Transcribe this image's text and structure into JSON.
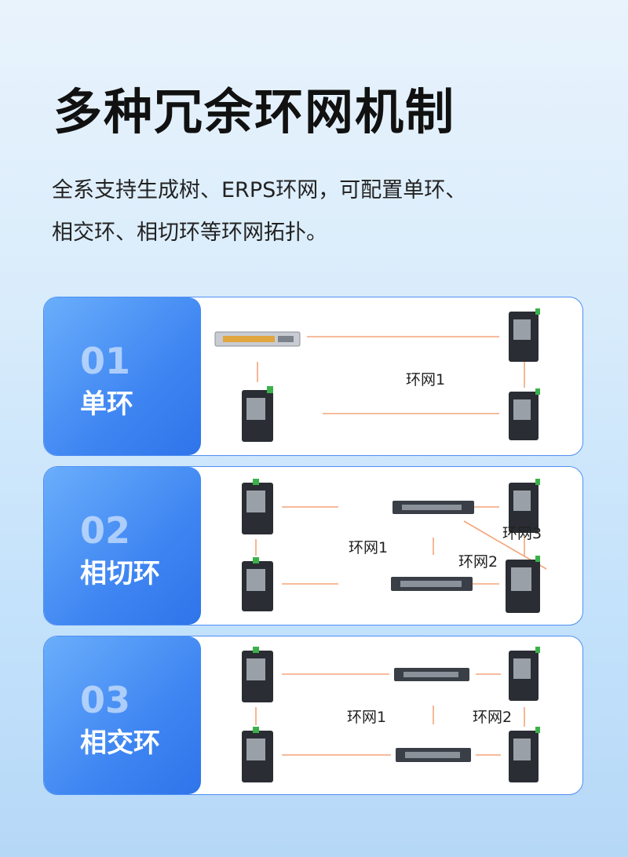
{
  "header": {
    "title": "多种冗余环网机制",
    "description_line1": "全系支持生成树、ERPS环网，可配置单环、",
    "description_line2": "相交环、相切环等环网拓扑。"
  },
  "cards": [
    {
      "number": "01",
      "name": "单环",
      "labels": [
        "环网1"
      ]
    },
    {
      "number": "02",
      "name": "相切环",
      "labels": [
        "环网1",
        "环网2",
        "环网3"
      ]
    },
    {
      "number": "03",
      "name": "相交环",
      "labels": [
        "环网1",
        "环网2"
      ]
    }
  ],
  "colors": {
    "link_line": "#f4a57a",
    "card_border": "#4e8ff3",
    "card_gradient_start": "#6aaefb",
    "card_gradient_end": "#2f74ea"
  }
}
